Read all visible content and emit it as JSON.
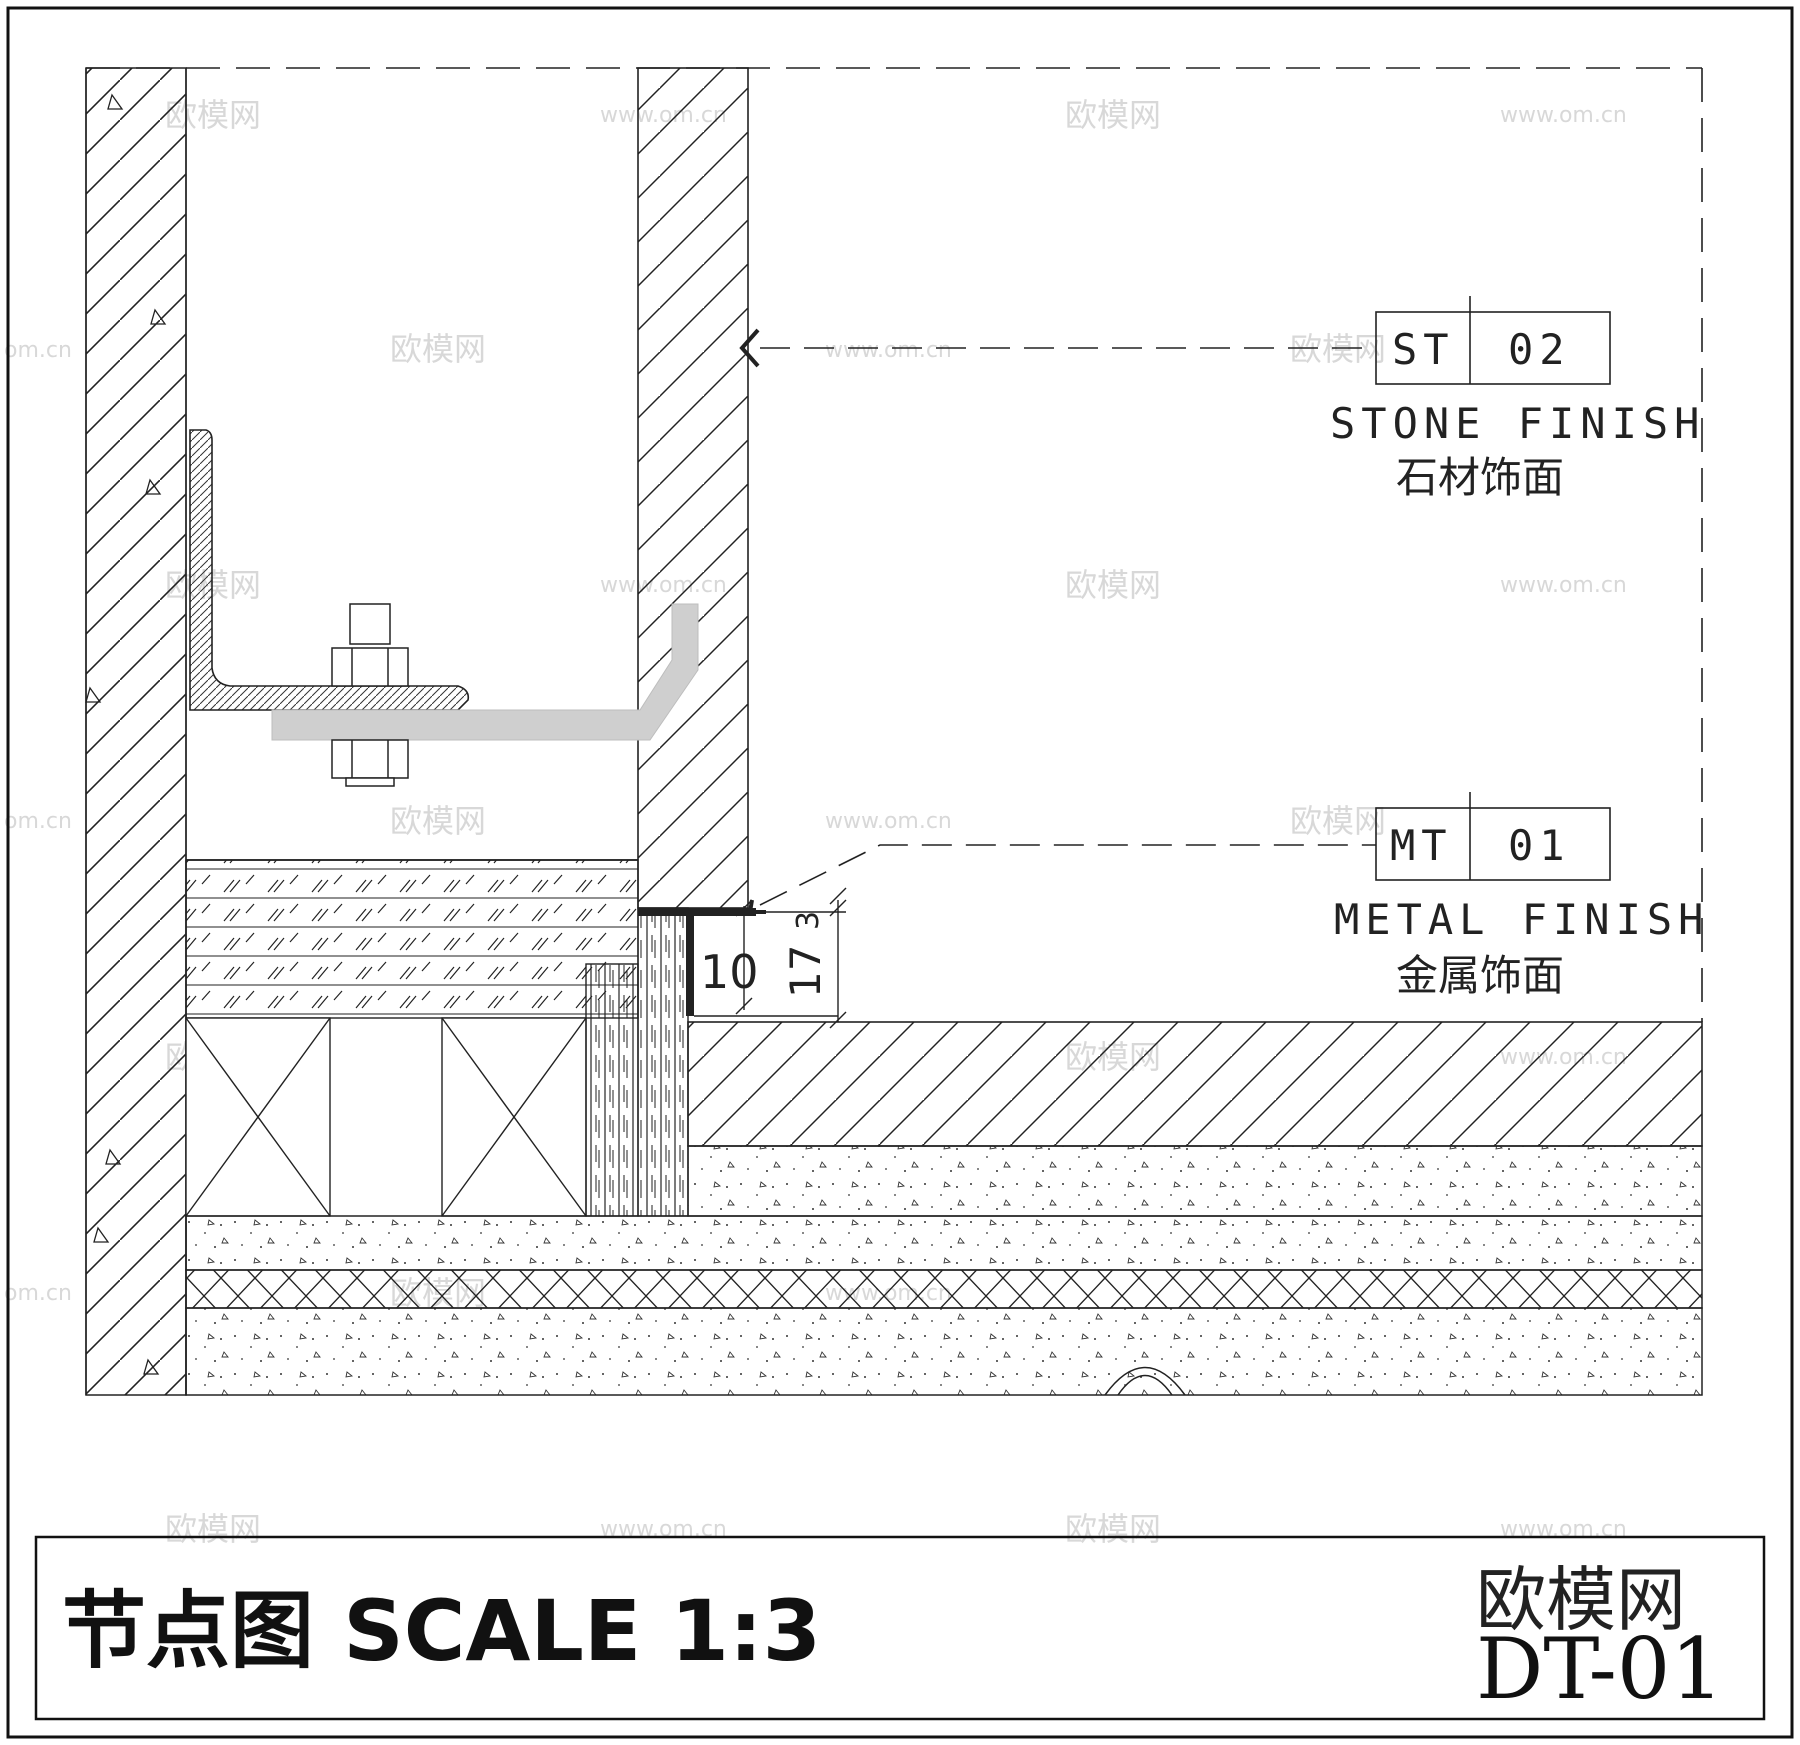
{
  "title_block": {
    "title": "节点图 SCALE 1:3",
    "brand": "欧模网",
    "drawing_no": "DT-01"
  },
  "tags": [
    {
      "code": "ST",
      "number": "02",
      "label_en": "STONE FINISH",
      "label_cn": "石材饰面"
    },
    {
      "code": "MT",
      "number": "01",
      "label_en": "METAL FINISH",
      "label_cn": "金属饰面"
    }
  ],
  "dimensions": [
    "10",
    "17",
    "3"
  ],
  "watermark": {
    "cn": "欧模网",
    "url": "www.om.cn",
    "suffix": "om.cn"
  },
  "colors": {
    "line": "#1a1a1a",
    "bracket": "#cfcfcf",
    "watermark": "#d8d8d8"
  }
}
